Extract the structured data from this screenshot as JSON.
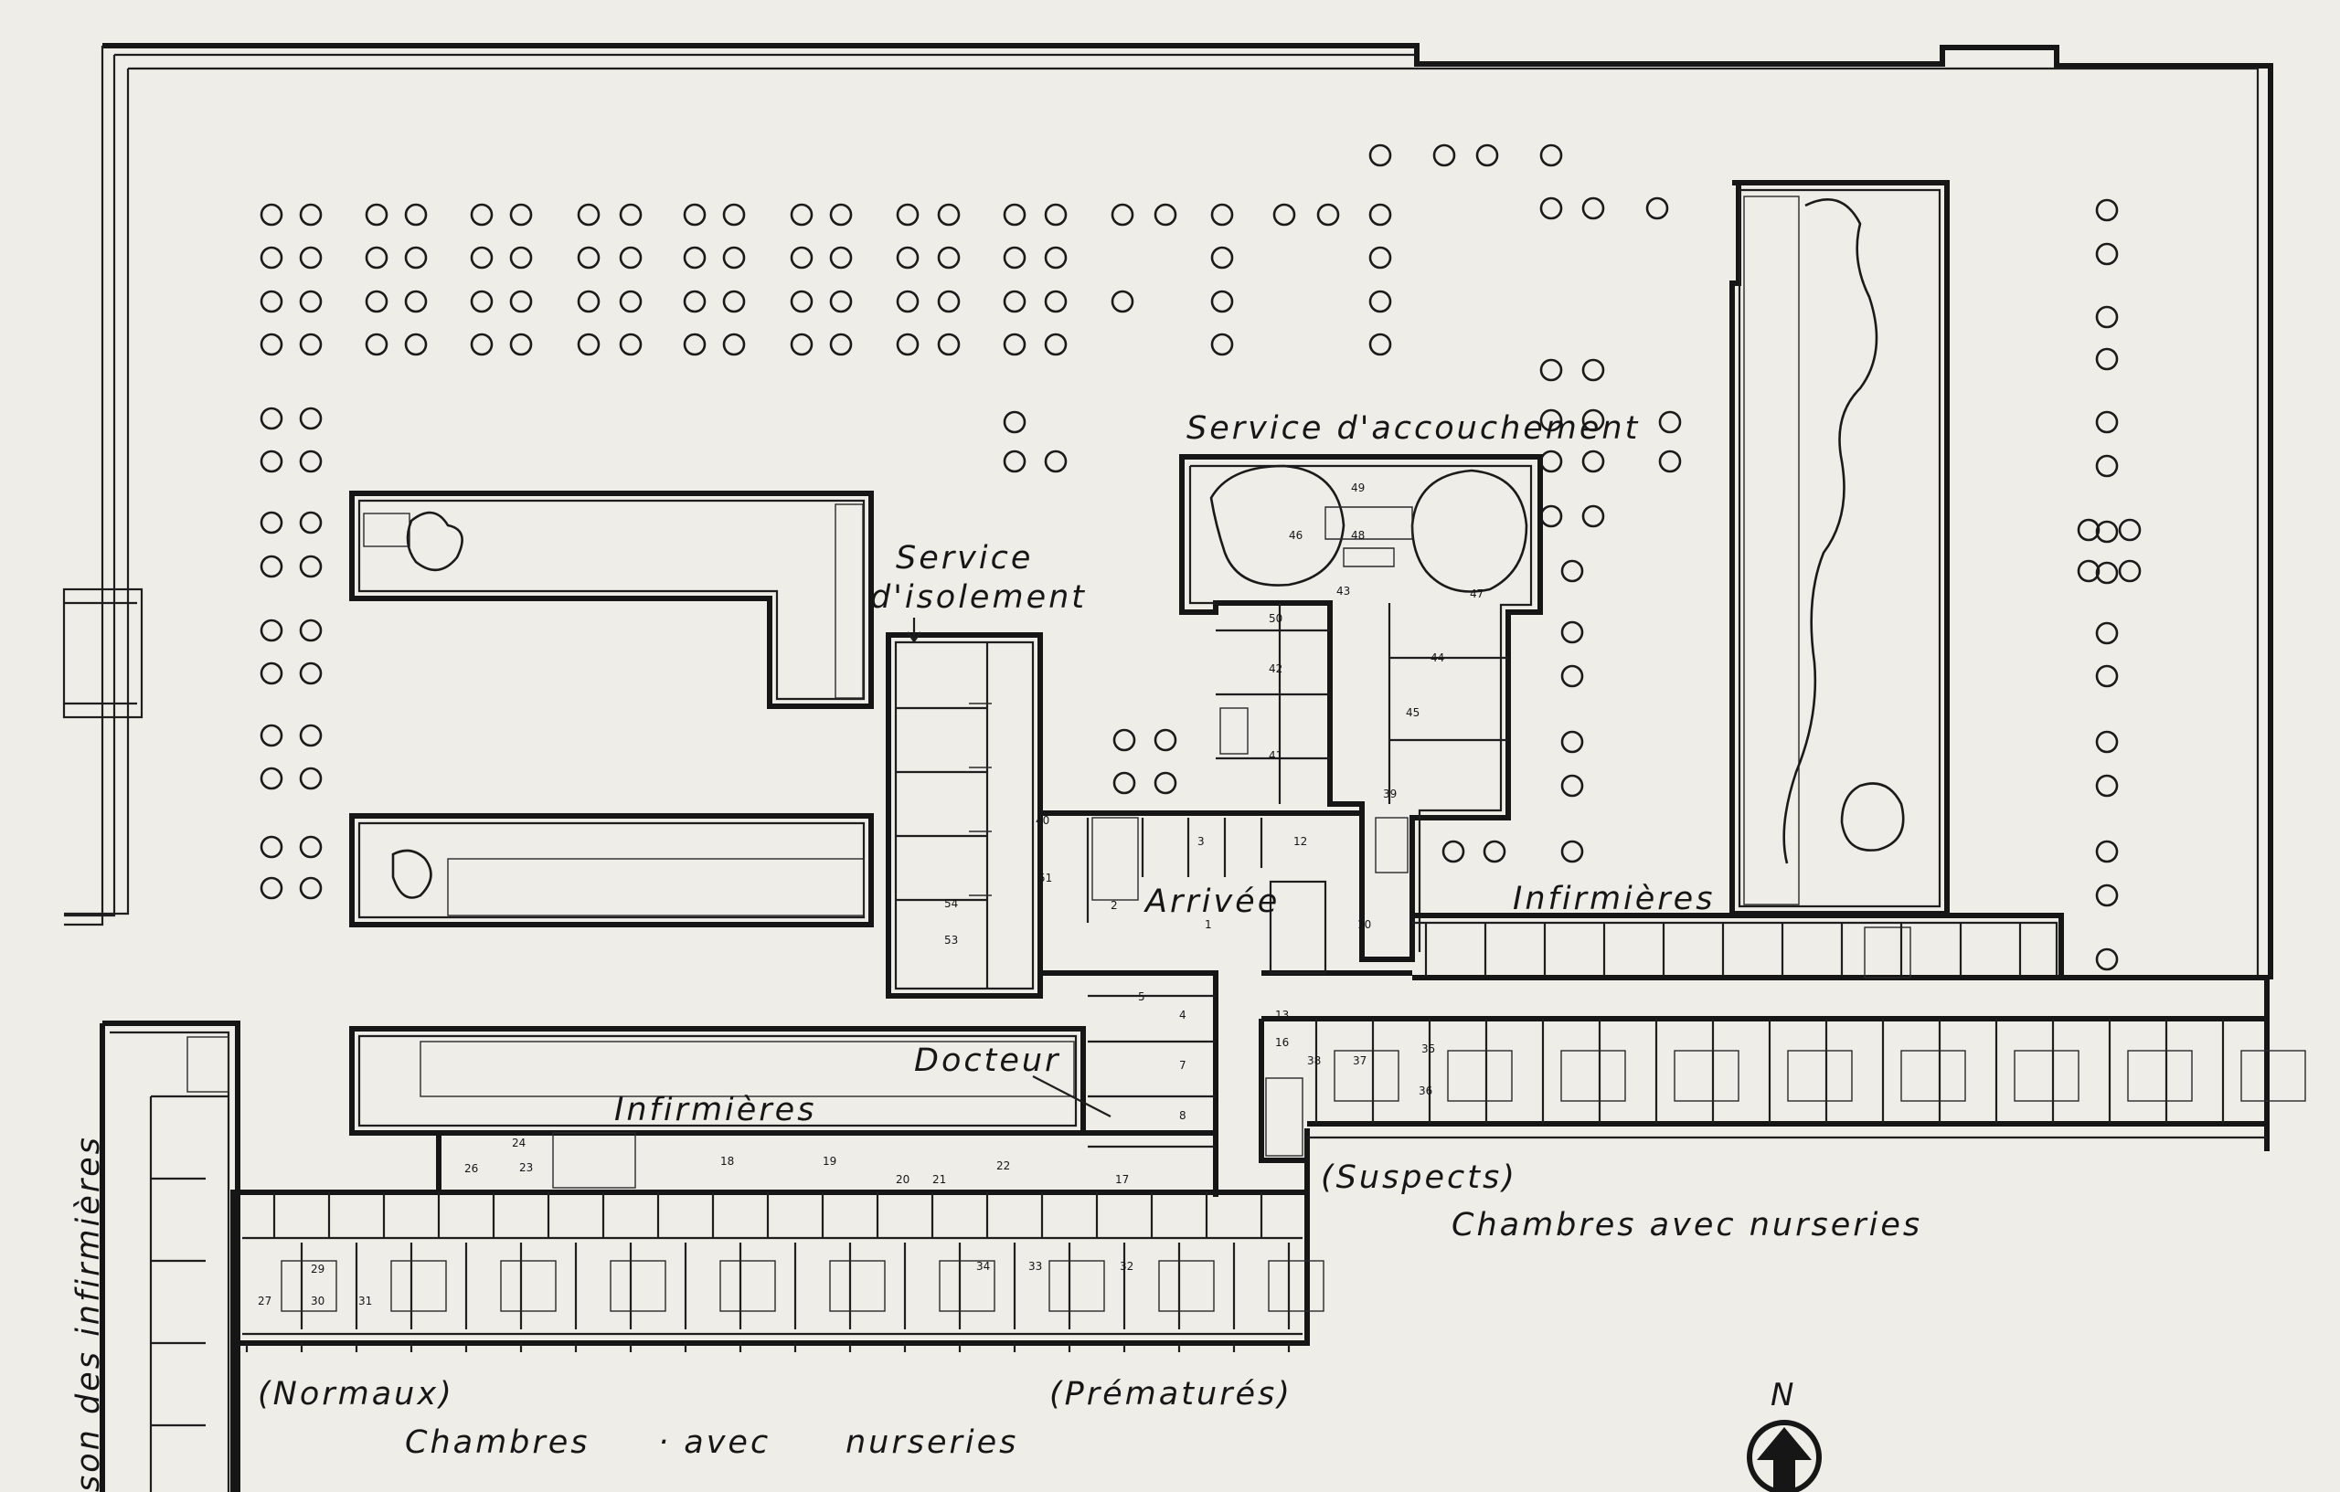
{
  "labels": {
    "service_accouchement": "Service d'accouchement",
    "service_isolement_line1": "Service",
    "service_isolement_line2": "d'isolement",
    "arrivee": "Arrivée",
    "infirmieres_east": "Infirmières",
    "infirmieres_west": "Infirmières",
    "docteur": "Docteur",
    "suspects": "(Suspects)",
    "chambres_nurseries_east": "Chambres  avec nurseries",
    "normaux": "(Normaux)",
    "prematures": "(Prématurés)",
    "chambres_word": "Chambres",
    "avec_word": "· avec",
    "nurseries_word": "nurseries",
    "maison_infirmieres": "son des infirmières",
    "north": "N"
  },
  "room_numbers": [
    "1",
    "2",
    "3",
    "4",
    "5",
    "7",
    "8",
    "10",
    "12",
    "13",
    "16",
    "17",
    "18",
    "19",
    "20",
    "21",
    "22",
    "23",
    "24",
    "26",
    "27",
    "29",
    "30",
    "31",
    "32",
    "33",
    "34",
    "35",
    "36",
    "37",
    "38",
    "39",
    "40",
    "41",
    "42",
    "43",
    "44",
    "45",
    "46",
    "47",
    "48",
    "49",
    "50",
    "51",
    "53",
    "54"
  ],
  "colors": {
    "paper": "#eeede7",
    "ink": "#161616"
  },
  "icons": [
    "north-arrow-icon"
  ]
}
